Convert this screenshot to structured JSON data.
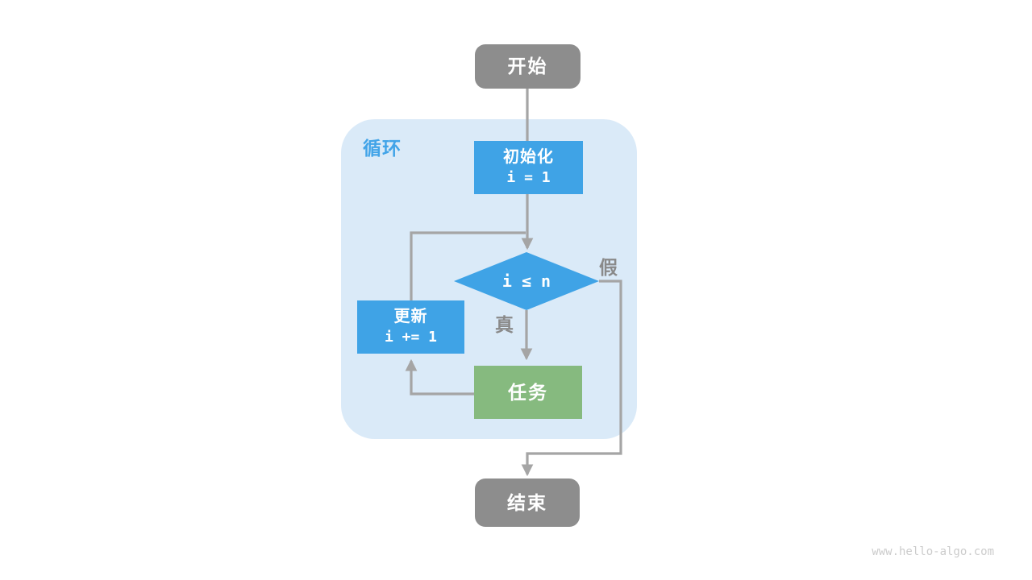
{
  "diagram": {
    "type": "flowchart",
    "loop": {
      "label": "循环"
    },
    "nodes": {
      "start": {
        "label": "开始"
      },
      "init": {
        "title": "初始化",
        "code": "i = 1"
      },
      "condition": {
        "expression": "i ≤ n"
      },
      "update": {
        "title": "更新",
        "code": "i += 1"
      },
      "task": {
        "label": "任务"
      },
      "end": {
        "label": "结束"
      }
    },
    "branches": {
      "true_label": "真",
      "false_label": "假"
    },
    "edges": [
      {
        "from": "start",
        "to": "init"
      },
      {
        "from": "init",
        "to": "condition"
      },
      {
        "from": "condition",
        "to": "task",
        "label": "真"
      },
      {
        "from": "task",
        "to": "update"
      },
      {
        "from": "update",
        "to": "condition"
      },
      {
        "from": "condition",
        "to": "end",
        "label": "假"
      }
    ],
    "colors": {
      "terminal_gray": "#8d8d8d",
      "process_blue": "#3fa3e6",
      "task_green": "#86ba7f",
      "loop_container_bg": "#daeaf8",
      "loop_label_blue": "#42a4e8",
      "connector_line": "#a5a5a5",
      "branch_label_gray": "#8a8a8a",
      "watermark_gray": "#cccccc"
    },
    "watermark": "www.hello-algo.com"
  }
}
